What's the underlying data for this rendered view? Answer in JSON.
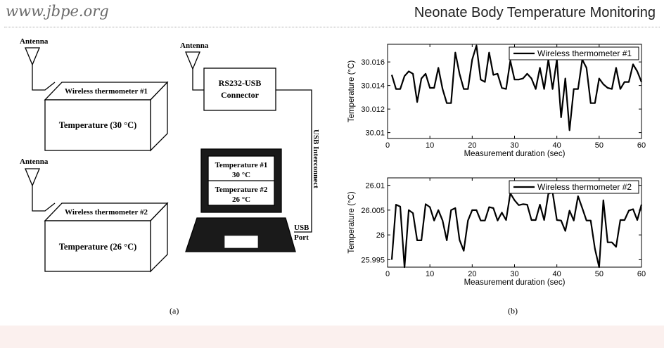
{
  "header": {
    "site": "www.jbpe.org",
    "topic": "Neonate Body Temperature Monitoring"
  },
  "diagram": {
    "antenna_label": "Antenna",
    "device1_label": "Wireless thermometer #1",
    "device1_temp": "Temperature  (30 °C)",
    "device2_label": "Wireless thermometer #2",
    "device2_temp": "Temperature  (26 °C)",
    "connector_line1": "RS232-USB",
    "connector_line2": "Connector",
    "usb_interconnect": "USB Interconnect",
    "screen_t1_title": "Temperature #1",
    "screen_t1_value": "30 °C",
    "screen_t2_title": "Temperature #2",
    "screen_t2_value": "26 °C",
    "usb_port_line1": "USB",
    "usb_port_line2": "Port",
    "caption": "(a)"
  },
  "panel_b_caption": "(b)",
  "chart_data": [
    {
      "type": "line",
      "xlabel": "Measurement duration (sec)",
      "ylabel": "Temperature (°C)",
      "xlim": [
        0,
        60
      ],
      "ylim": [
        30.0095,
        30.0175
      ],
      "xticks": [
        "0",
        "10",
        "20",
        "30",
        "40",
        "50",
        "60"
      ],
      "yticks": [
        "30.01",
        "30.012",
        "30.014",
        "30.016"
      ],
      "legend_placement": "top-right",
      "series": [
        {
          "name": "Wireless thermometer #1",
          "color": "#000000",
          "x": [
            1,
            2,
            3,
            4,
            5,
            6,
            7,
            8,
            9,
            10,
            11,
            12,
            13,
            14,
            15,
            16,
            17,
            18,
            19,
            20,
            21,
            22,
            23,
            24,
            25,
            26,
            27,
            28,
            29,
            30,
            31,
            32,
            33,
            34,
            35,
            36,
            37,
            38,
            39,
            40,
            41,
            42,
            43,
            44,
            45,
            46,
            47,
            48,
            49,
            50,
            51,
            52,
            53,
            54,
            55,
            56,
            57,
            58,
            59,
            60
          ],
          "values": [
            30.0149,
            30.0137,
            30.0137,
            30.0148,
            30.0152,
            30.015,
            30.0126,
            30.0146,
            30.015,
            30.0138,
            30.0138,
            30.0155,
            30.0137,
            30.0125,
            30.0125,
            30.0168,
            30.015,
            30.0137,
            30.0137,
            30.0162,
            30.0174,
            30.0145,
            30.0143,
            30.0168,
            30.0149,
            30.015,
            30.0138,
            30.0137,
            30.0161,
            30.0145,
            30.0145,
            30.0146,
            30.015,
            30.0146,
            30.0137,
            30.0155,
            30.0137,
            30.0162,
            30.0137,
            30.0162,
            30.0113,
            30.0146,
            30.0102,
            30.0137,
            30.0137,
            30.0162,
            30.0155,
            30.0125,
            30.0125,
            30.0146,
            30.0141,
            30.0138,
            30.0137,
            30.0155,
            30.0137,
            30.0143,
            30.0143,
            30.0158,
            30.0152,
            30.0143
          ]
        }
      ]
    },
    {
      "type": "line",
      "xlabel": "Measurement duration (sec)",
      "ylabel": "Temperature (°C)",
      "xlim": [
        0,
        60
      ],
      "ylim": [
        25.9935,
        26.0115
      ],
      "xticks": [
        "0",
        "10",
        "20",
        "30",
        "40",
        "50",
        "60"
      ],
      "yticks": [
        "25.995",
        "26",
        "26.005",
        "26.01"
      ],
      "legend_placement": "top-right",
      "series": [
        {
          "name": "Wireless thermometer #2",
          "color": "#000000",
          "x": [
            1,
            2,
            3,
            4,
            5,
            6,
            7,
            8,
            9,
            10,
            11,
            12,
            13,
            14,
            15,
            16,
            17,
            18,
            19,
            20,
            21,
            22,
            23,
            24,
            25,
            26,
            27,
            28,
            29,
            30,
            31,
            32,
            33,
            34,
            35,
            36,
            37,
            38,
            39,
            40,
            41,
            42,
            43,
            44,
            45,
            46,
            47,
            48,
            49,
            50,
            51,
            52,
            53,
            54,
            55,
            56,
            57,
            58,
            59,
            60
          ],
          "values": [
            25.995,
            26.0061,
            26.0057,
            25.9935,
            26.005,
            26.0044,
            25.9989,
            25.9989,
            26.0062,
            26.0056,
            26.0029,
            26.005,
            26.0029,
            25.9989,
            26.005,
            26.0054,
            25.999,
            25.9968,
            26.0029,
            26.005,
            26.005,
            26.0029,
            26.0029,
            26.0056,
            26.0054,
            26.0029,
            26.0045,
            26.003,
            26.0084,
            26.007,
            26.006,
            26.0062,
            26.0061,
            26.003,
            26.003,
            26.0061,
            26.003,
            26.0083,
            26.0086,
            26.003,
            26.0029,
            26.0008,
            26.0049,
            26.0029,
            26.0078,
            26.0054,
            26.0029,
            26.0029,
            25.9972,
            25.9935,
            26.007,
            25.9985,
            25.9985,
            25.9976,
            26.003,
            26.003,
            26.0049,
            26.0052,
            26.003,
            26.0061
          ]
        }
      ]
    }
  ]
}
